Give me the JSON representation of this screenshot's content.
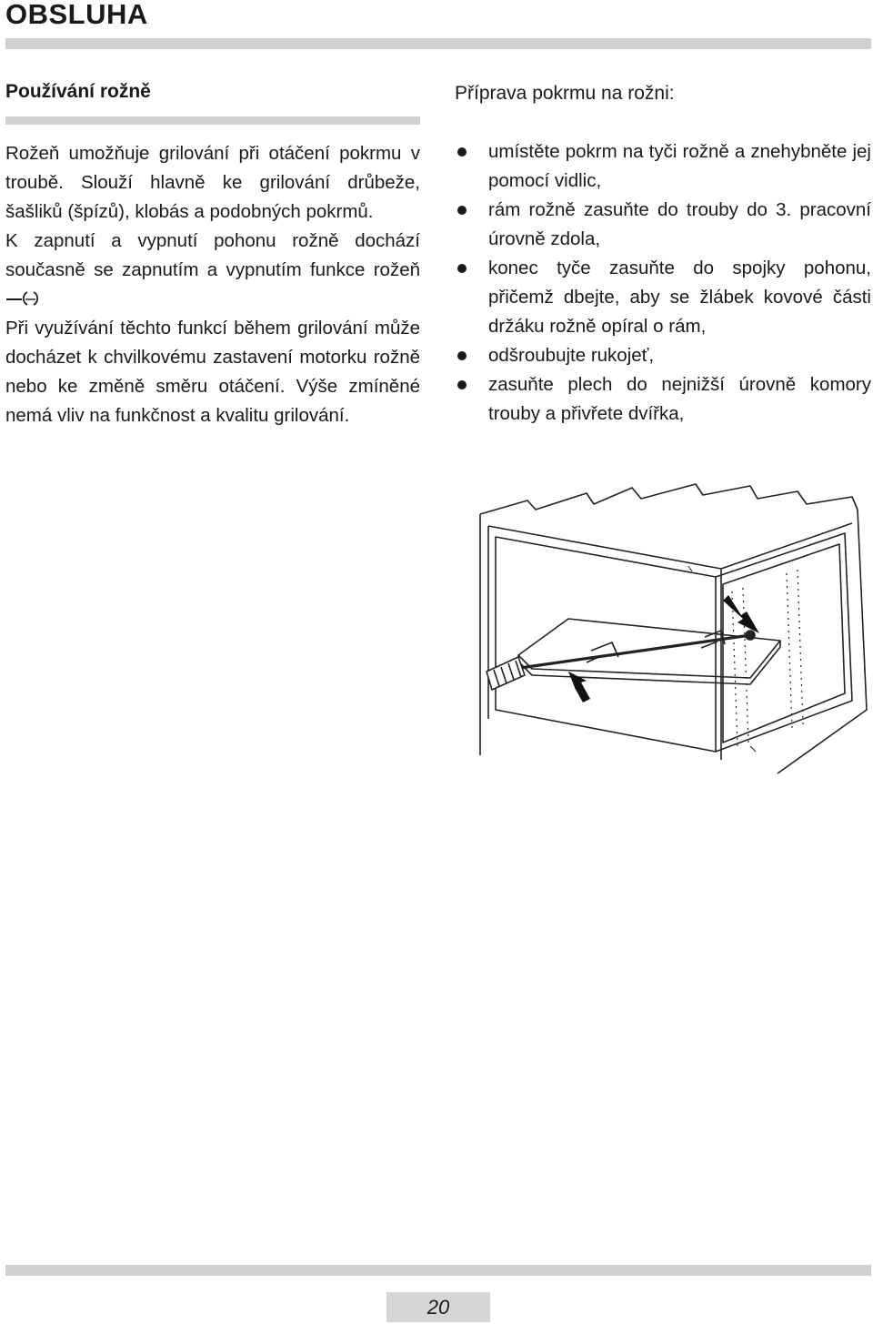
{
  "header": {
    "title": "OBSLUHA"
  },
  "left": {
    "heading": "Používání rožně",
    "intro": "Rožeň umožňuje grilování při otáčení pokrmu v troubě. Slouží hlavně ke grilování drůbeže, šašliků (špízů), klobás a podobných pokrmů.",
    "switch_text": "K zapnutí a vypnutí pohonu rožně dochází současně se zapnutím a vypnutím funkce rožeň",
    "spit_symbol_icon": "rotisserie-symbol-icon",
    "note": "Při využívání těchto funkcí během grilování může docházet k chvilkovému zastavení motorku rožně nebo ke změně směru otáčení. Výše zmíněné nemá vliv na funkčnost a kvalitu grilování."
  },
  "right": {
    "heading": "Příprava pokrmu na rožni:",
    "steps": [
      "umístěte pokrm na tyči rožně a znehybněte jej pomocí vidlic,",
      "rám rožně zasuňte do trouby do 3. pracovní úrovně zdola,",
      "konec tyče zasuňte do spojky pohonu, přičemž dbejte, aby se žlábek kovové části držáku rožně opíral o rám,",
      "odšroubujte rukojeť,",
      "zasuňte plech do nejnižší úrovně komory trouby a přivřete dvířka,"
    ]
  },
  "figure": {
    "icon": "oven-rotisserie-illustration"
  },
  "footer": {
    "page_number": "20"
  }
}
